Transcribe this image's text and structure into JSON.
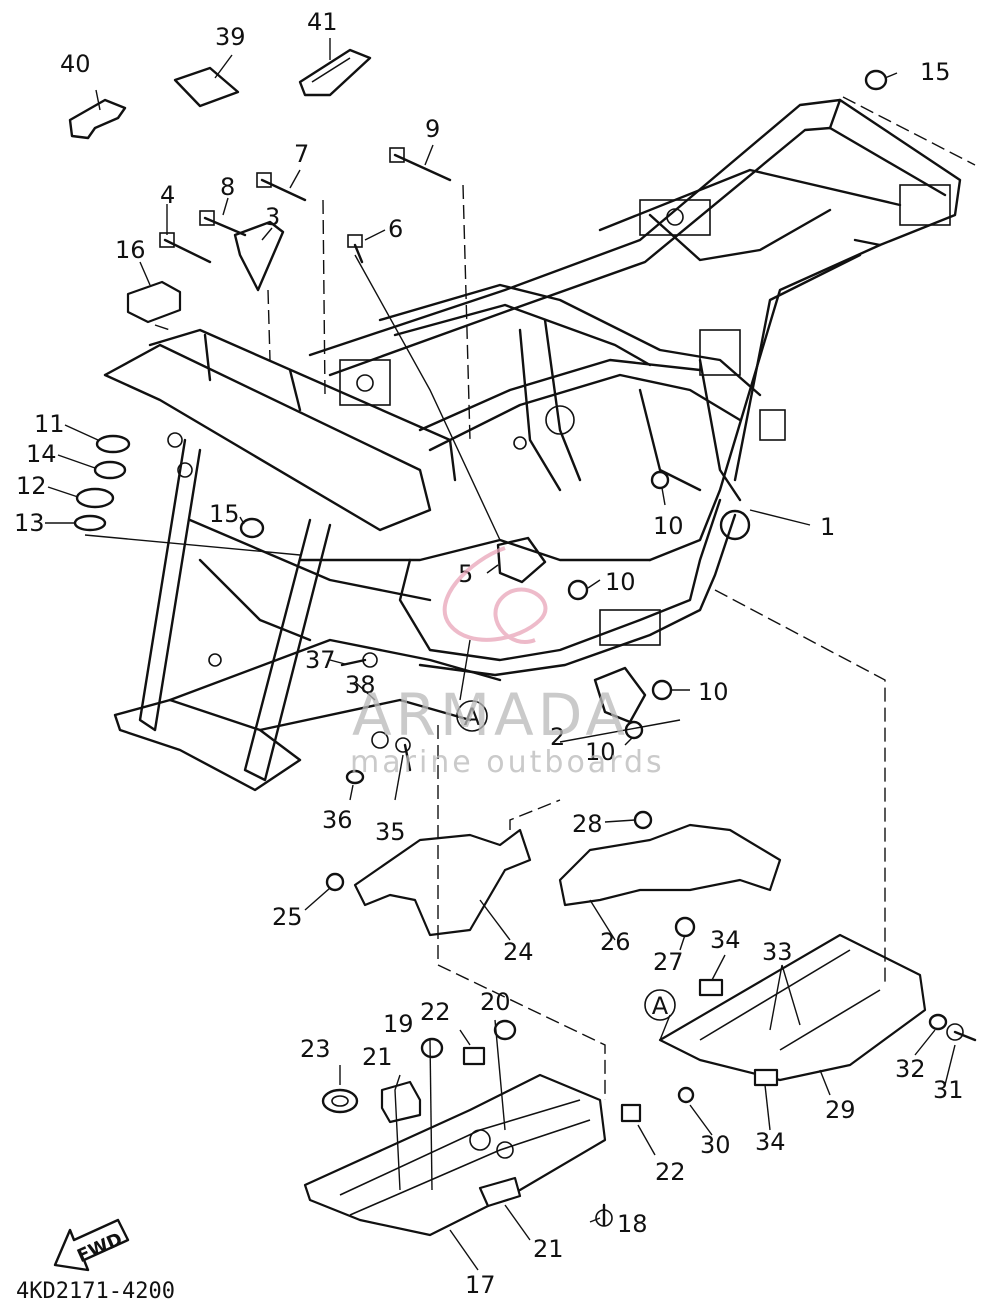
{
  "diagram": {
    "part_code": "4KD2171-4200",
    "forward_marker": "FWD",
    "reference_marker": "A",
    "callouts": [
      "1",
      "2",
      "3",
      "4",
      "5",
      "6",
      "7",
      "8",
      "9",
      "10",
      "11",
      "12",
      "13",
      "14",
      "15",
      "16",
      "17",
      "18",
      "19",
      "20",
      "21",
      "22",
      "23",
      "24",
      "25",
      "26",
      "27",
      "28",
      "29",
      "30",
      "31",
      "32",
      "33",
      "34",
      "35",
      "36",
      "37",
      "38",
      "39",
      "40",
      "41"
    ],
    "watermark": {
      "title": "ARMADA",
      "subtitle": "marine outboards",
      "color": "#e8a4b8"
    }
  }
}
